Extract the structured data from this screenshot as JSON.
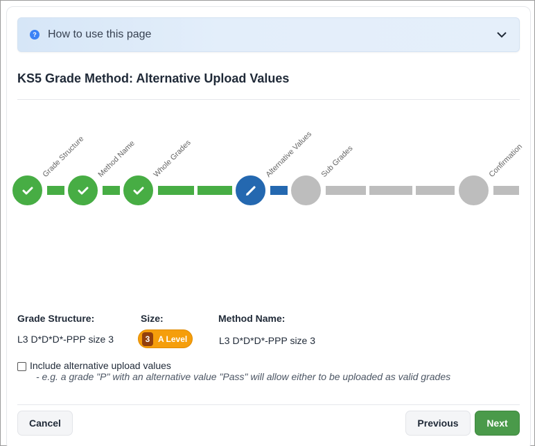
{
  "help": {
    "label": "How to use this page",
    "icon": "question-circle-icon",
    "toggle_icon": "chevron-down-icon"
  },
  "page": {
    "title": "KS5 Grade Method: Alternative Upload Values"
  },
  "stepper": {
    "colors": {
      "done": "#47ad44",
      "active": "#2468b0",
      "todo": "#bdbdbd"
    },
    "steps": [
      {
        "label": "Grade Structure",
        "state": "done",
        "icon": "check-icon"
      },
      {
        "label": "Method Name",
        "state": "done",
        "icon": "check-icon"
      },
      {
        "label": "Whole Grades",
        "state": "done",
        "icon": "check-icon"
      },
      {
        "label": "Alternative Values",
        "state": "active",
        "icon": "pencil-icon"
      },
      {
        "label": "Sub Grades",
        "state": "todo",
        "icon": ""
      },
      {
        "label": "Confirmation",
        "state": "todo",
        "icon": ""
      }
    ]
  },
  "summary": {
    "grade_structure": {
      "label": "Grade Structure:",
      "value": "L3 D*D*D*-PPP size 3"
    },
    "size": {
      "label": "Size:",
      "badge_number": "3",
      "badge_text": "A Level",
      "badge_color": "#f59e0b"
    },
    "method_name": {
      "label": "Method Name:",
      "value": "L3 D*D*D*-PPP size 3"
    }
  },
  "option": {
    "label": "Include alternative upload values",
    "checked": false,
    "hint": "- e.g. a grade \"P\" with an alternative value \"Pass\" will allow either to be uploaded as valid grades"
  },
  "footer": {
    "cancel": "Cancel",
    "previous": "Previous",
    "next": "Next",
    "next_color": "#4a9a4a"
  }
}
